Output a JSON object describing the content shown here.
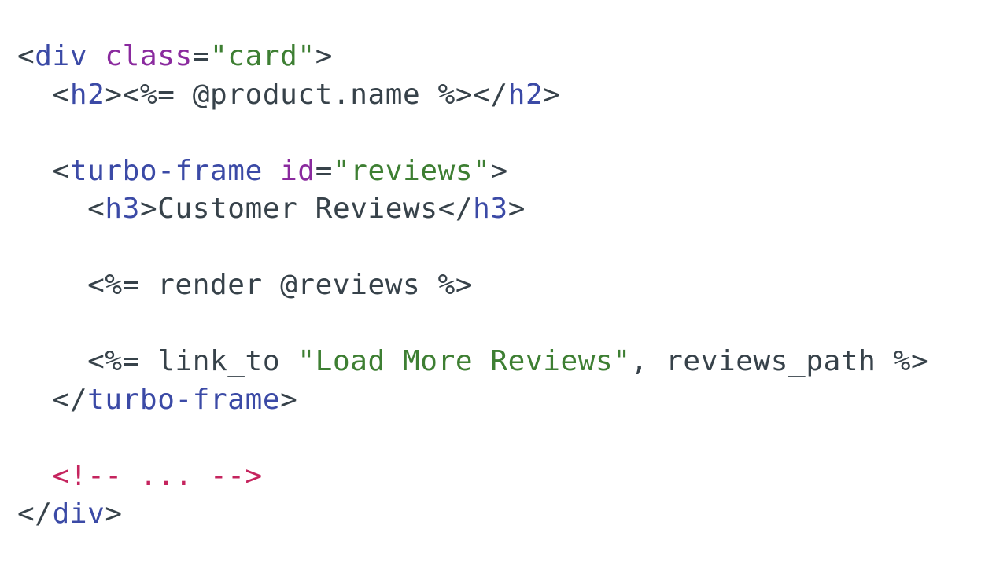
{
  "code": {
    "lines": [
      [
        {
          "text": "<",
          "kind": "text"
        },
        {
          "text": "div",
          "kind": "tag"
        },
        {
          "text": " ",
          "kind": "text"
        },
        {
          "text": "class",
          "kind": "attr"
        },
        {
          "text": "=",
          "kind": "text"
        },
        {
          "text": "\"card\"",
          "kind": "string"
        },
        {
          "text": ">",
          "kind": "text"
        }
      ],
      [
        {
          "text": "  <",
          "kind": "text"
        },
        {
          "text": "h2",
          "kind": "tag"
        },
        {
          "text": "><%= @product.name %></",
          "kind": "text"
        },
        {
          "text": "h2",
          "kind": "tag"
        },
        {
          "text": ">",
          "kind": "text"
        }
      ],
      [],
      [
        {
          "text": "  <",
          "kind": "text"
        },
        {
          "text": "turbo-frame",
          "kind": "tag"
        },
        {
          "text": " ",
          "kind": "text"
        },
        {
          "text": "id",
          "kind": "attr"
        },
        {
          "text": "=",
          "kind": "text"
        },
        {
          "text": "\"reviews\"",
          "kind": "string"
        },
        {
          "text": ">",
          "kind": "text"
        }
      ],
      [
        {
          "text": "    <",
          "kind": "text"
        },
        {
          "text": "h3",
          "kind": "tag"
        },
        {
          "text": ">Customer Reviews</",
          "kind": "text"
        },
        {
          "text": "h3",
          "kind": "tag"
        },
        {
          "text": ">",
          "kind": "text"
        }
      ],
      [],
      [
        {
          "text": "    <%= render @reviews %>",
          "kind": "text"
        }
      ],
      [],
      [
        {
          "text": "    <%= link_to ",
          "kind": "text"
        },
        {
          "text": "\"Load More Reviews\"",
          "kind": "string"
        },
        {
          "text": ", reviews_path %>",
          "kind": "text"
        }
      ],
      [
        {
          "text": "  </",
          "kind": "text"
        },
        {
          "text": "turbo-frame",
          "kind": "tag"
        },
        {
          "text": ">",
          "kind": "text"
        }
      ],
      [],
      [
        {
          "text": "  <!-- ... -->",
          "kind": "comment"
        }
      ],
      [
        {
          "text": "</",
          "kind": "text"
        },
        {
          "text": "div",
          "kind": "tag"
        },
        {
          "text": ">",
          "kind": "text"
        }
      ]
    ]
  }
}
